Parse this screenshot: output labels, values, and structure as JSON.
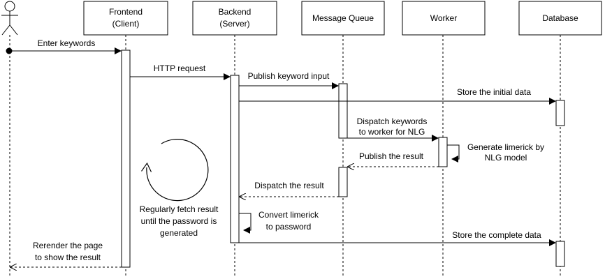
{
  "participants": {
    "frontend": [
      "Frontend",
      "(Client)"
    ],
    "backend": [
      "Backend",
      "(Server)"
    ],
    "queue": [
      "Message Queue"
    ],
    "worker": [
      "Worker"
    ],
    "database": [
      "Database"
    ]
  },
  "messages": {
    "enter_keywords": [
      "Enter keywords"
    ],
    "http_request": [
      "HTTP request"
    ],
    "publish_input": [
      "Publish keyword input"
    ],
    "store_initial": [
      "Store the initial data"
    ],
    "dispatch_keywords": [
      "Dispatch keywords",
      "to worker for NLG"
    ],
    "generate_limerick": [
      "Generate limerick by",
      "NLG model"
    ],
    "publish_result": [
      "Publish the result"
    ],
    "dispatch_result": [
      "Dispatch the result"
    ],
    "convert_limerick": [
      "Convert limerick",
      "to password"
    ],
    "store_complete": [
      "Store the complete data"
    ],
    "rerender": [
      "Rerender the page",
      "to show the result"
    ]
  },
  "notes": {
    "polling": [
      "Regularly fetch result",
      "until the password is",
      "generated"
    ]
  }
}
